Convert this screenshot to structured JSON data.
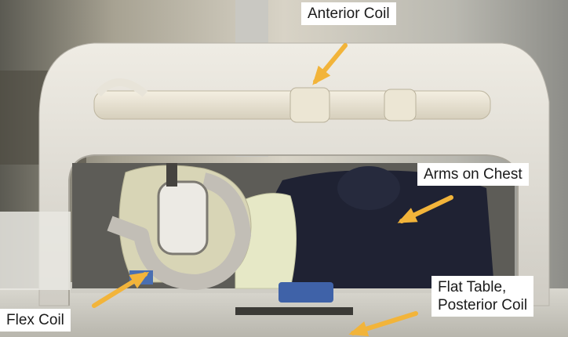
{
  "photo": {
    "annotations": [
      {
        "id": "anterior",
        "text": "Anterior Coil"
      },
      {
        "id": "arms",
        "text": "Arms on Chest"
      },
      {
        "id": "flex",
        "text": "Flex Coil"
      },
      {
        "id": "flat",
        "lines": [
          "Flat Table,",
          "Posterior Coil"
        ]
      }
    ],
    "arrow_color": "#f2b43a",
    "label_background": "#ffffff"
  }
}
